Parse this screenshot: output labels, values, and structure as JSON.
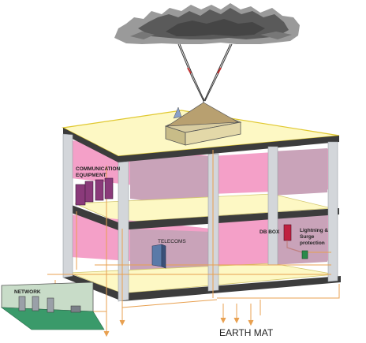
{
  "labels": {
    "communication_line1": "COMMUNICATION",
    "communication_line2": "EQUIPMENT",
    "network": "NETWORK",
    "telecoms": "TELECOMS",
    "db_box": "DB BOX",
    "lightning_line1": "Lightning &",
    "lightning_line2": "Surge",
    "lightning_line3": "protection",
    "earth_mat": "EARTH MAT"
  },
  "colors": {
    "floor": "#fdf8c4",
    "pink_wall": "#f4a0c8",
    "mauve_wall": "#c9a3b9",
    "column": "#cdd0d4",
    "slab_edge": "#3c3c3c",
    "earth_wire": "#e8a050",
    "cloud_dark": "#555555",
    "cloud_light": "#999999",
    "network_panel": "#c8dcc8",
    "network_floor": "#3a9a6a"
  },
  "icons": [
    "storm-cloud-icon",
    "lightning-bolt-icon",
    "air-terminal-icon",
    "server-rack-icon",
    "computer-tower-icon",
    "db-box-icon",
    "surge-protector-icon",
    "earth-spike-icon"
  ]
}
